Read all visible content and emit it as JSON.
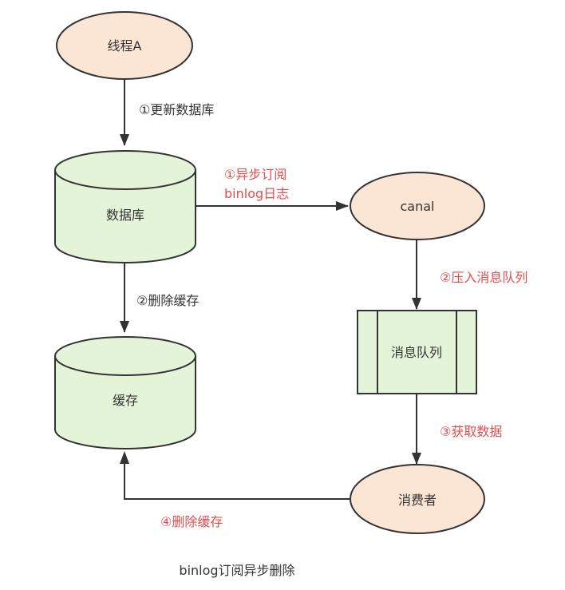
{
  "diagram": {
    "caption": "binlog订阅异步删除",
    "colors": {
      "process_fill": "#fbe6d5",
      "store_fill": "#e3f4d8",
      "stroke": "#333333",
      "label_black": "#333333",
      "label_red": "#e54d4d"
    },
    "nodes": {
      "thread_a": {
        "label": "线程A",
        "shape": "ellipse"
      },
      "database": {
        "label": "数据库",
        "shape": "cylinder"
      },
      "cache": {
        "label": "缓存",
        "shape": "cylinder"
      },
      "canal": {
        "label": "canal",
        "shape": "ellipse"
      },
      "mq": {
        "label": "消息队列",
        "shape": "process-box"
      },
      "consumer": {
        "label": "消费者",
        "shape": "ellipse"
      }
    },
    "edges": {
      "update_db": {
        "label": "①更新数据库",
        "from": "thread_a",
        "to": "database",
        "color": "black"
      },
      "delete_cache": {
        "label": "②删除缓存",
        "from": "database",
        "to": "cache",
        "color": "black"
      },
      "subscribe_binlog": {
        "label_line1": "①异步订阅",
        "label_line2": "binlog日志",
        "from": "database",
        "to": "canal",
        "color": "red"
      },
      "push_mq": {
        "label": "②压入消息队列",
        "from": "canal",
        "to": "mq",
        "color": "red"
      },
      "fetch_data": {
        "label": "③获取数据",
        "from": "mq",
        "to": "consumer",
        "color": "red"
      },
      "consumer_delete_cache": {
        "label": "④删除缓存",
        "from": "consumer",
        "to": "cache",
        "color": "red"
      }
    }
  }
}
